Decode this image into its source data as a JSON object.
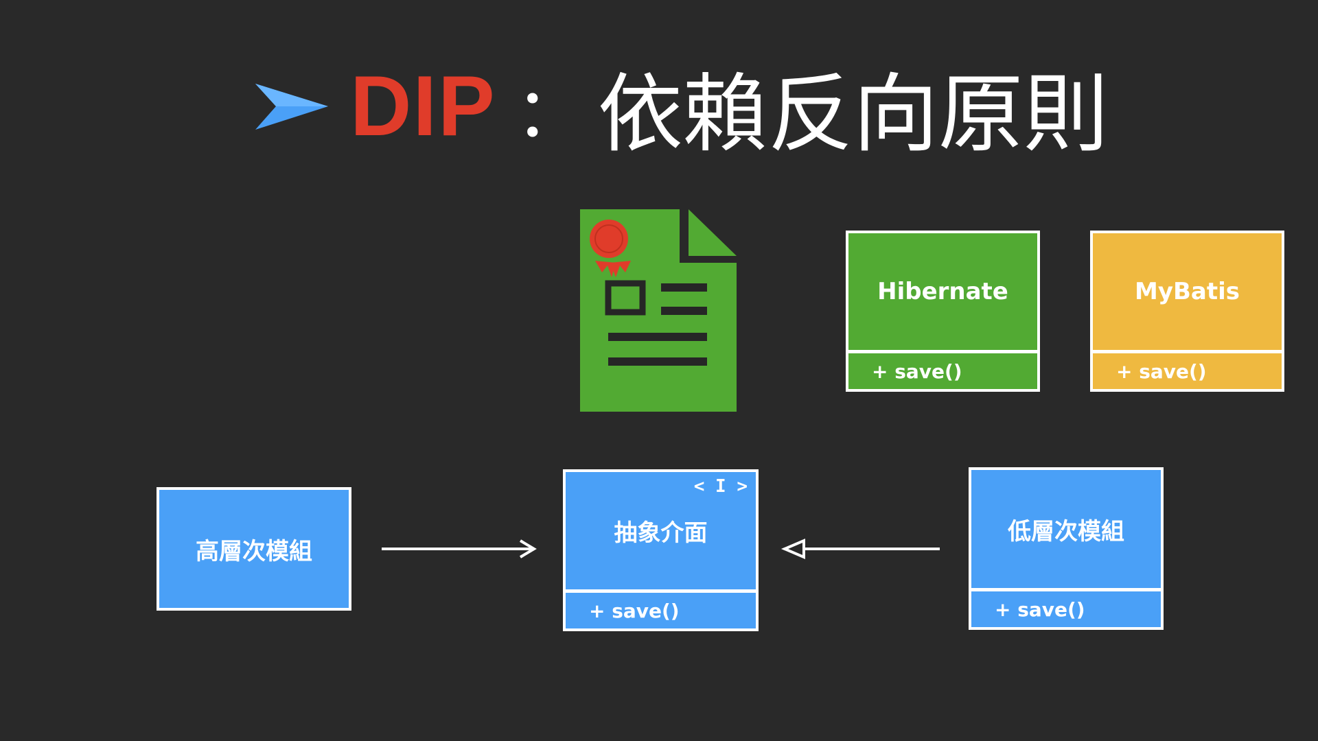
{
  "title": {
    "acronym": "DIP",
    "separator": "：",
    "text": "依賴反向原則"
  },
  "colors": {
    "background": "#292929",
    "accent_red": "#e03c2a",
    "accent_blue_arrow": "#4aa0f7",
    "green": "#52aa33",
    "yellow": "#efb940",
    "blue": "#4aa0f7"
  },
  "icons": {
    "title_arrow": "paper-plane-arrow-icon",
    "document": "certificate-document-icon"
  },
  "implementations": [
    {
      "name": "Hibernate",
      "method": "+ save()"
    },
    {
      "name": "MyBatis",
      "method": "+ save()"
    }
  ],
  "high_level": {
    "label": "高層次模組"
  },
  "abstraction": {
    "stereotype": "< I >",
    "label": "抽象介面",
    "method": "+ save()"
  },
  "low_level": {
    "label": "低層次模組",
    "method": "+ save()"
  }
}
